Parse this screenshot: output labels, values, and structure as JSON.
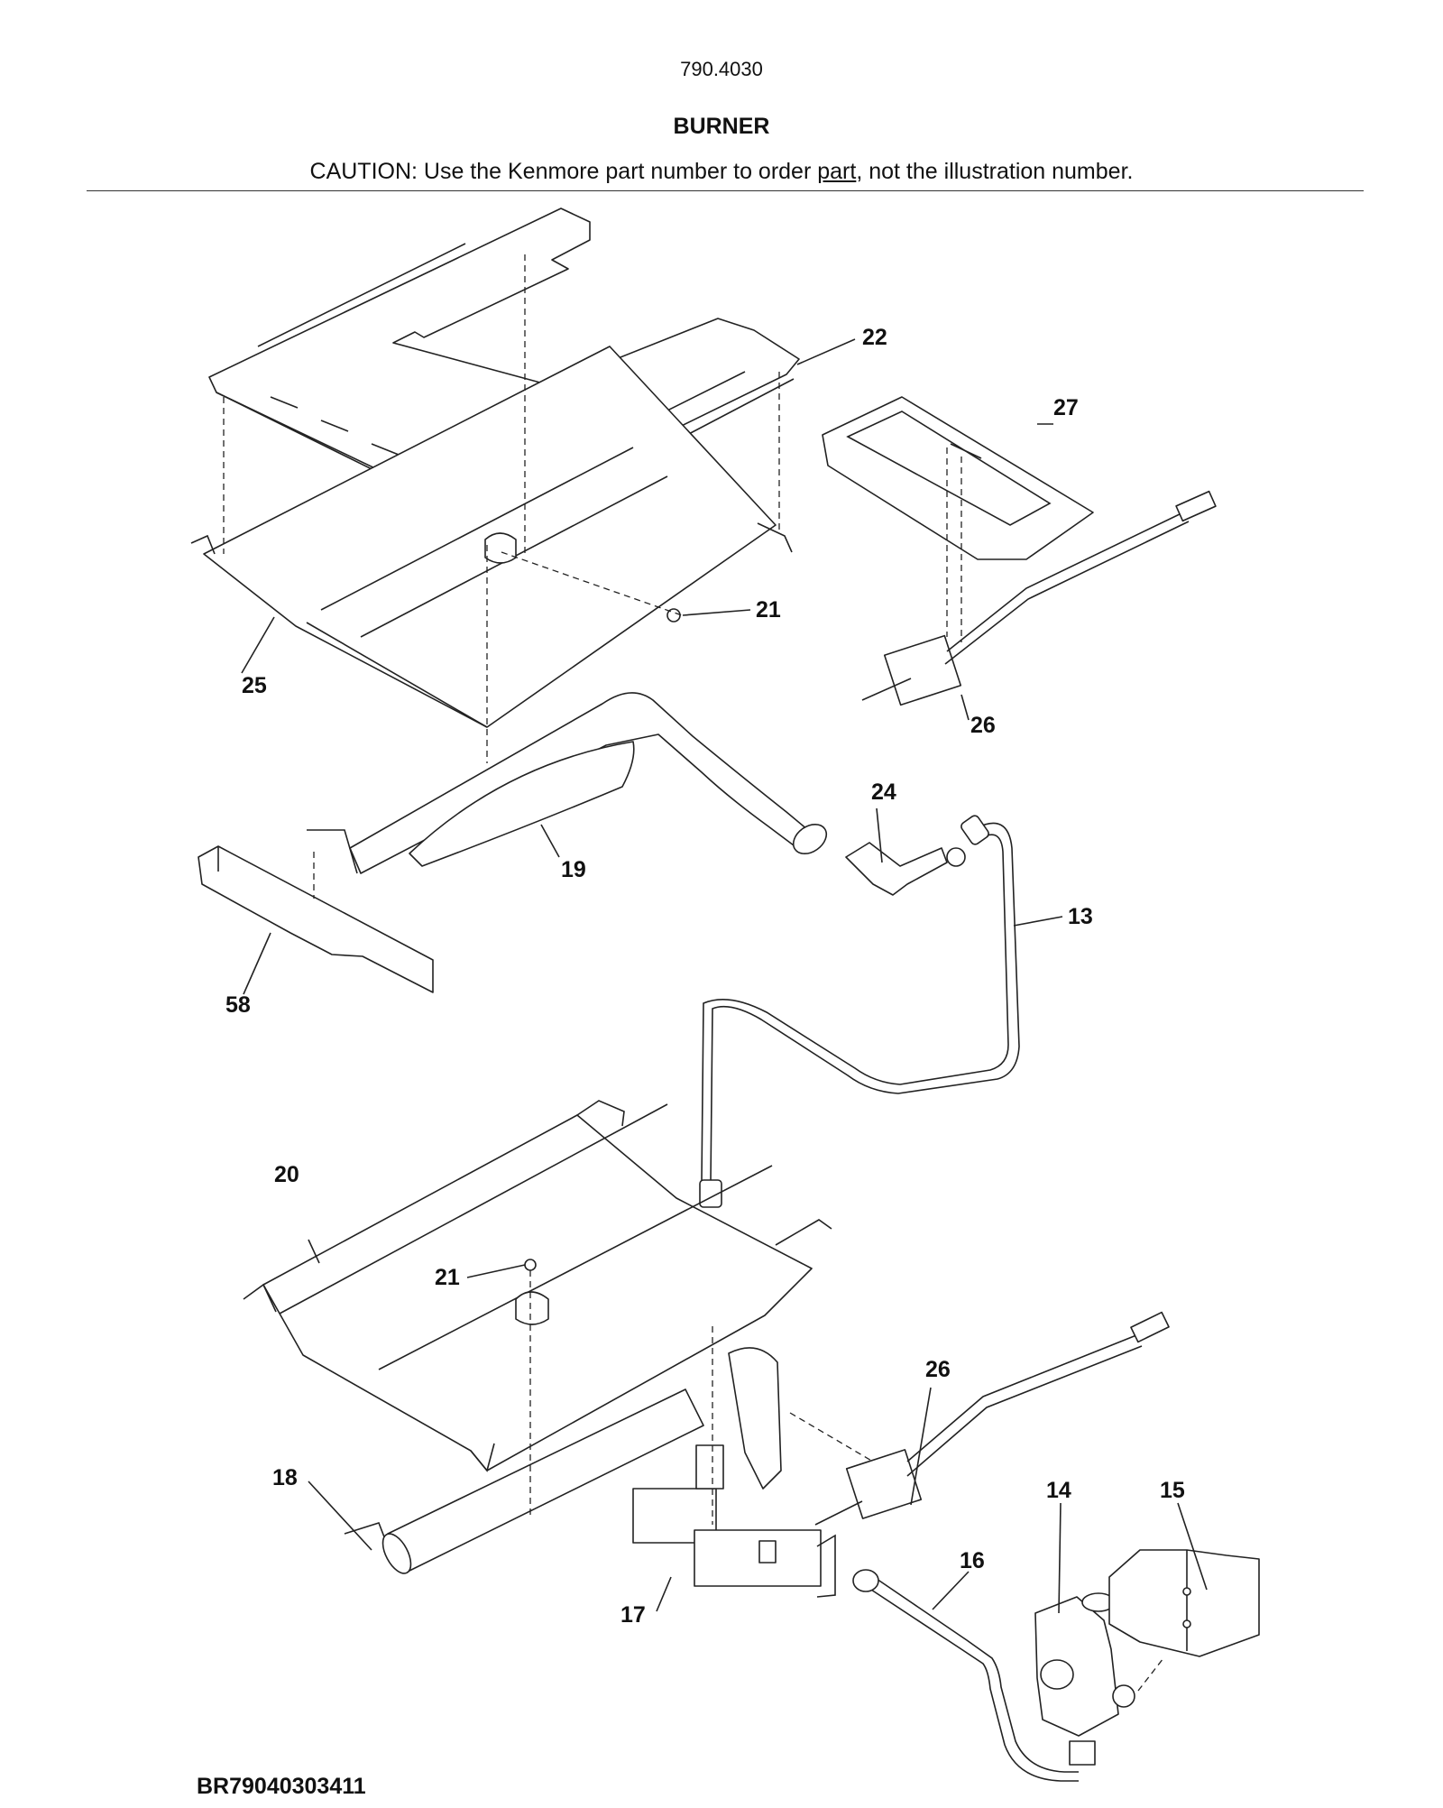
{
  "header": {
    "model": "790.4030",
    "title": "BURNER",
    "caution_pre": "CAUTION: Use the Kenmore part number to order ",
    "caution_link": "part",
    "caution_post": ", not the illustration number."
  },
  "callouts": [
    "22",
    "27",
    "21",
    "25",
    "26",
    "24",
    "19",
    "13",
    "58",
    "20",
    "21",
    "26",
    "18",
    "14",
    "15",
    "16",
    "17"
  ],
  "footer": {
    "code": "BR79040303411"
  }
}
